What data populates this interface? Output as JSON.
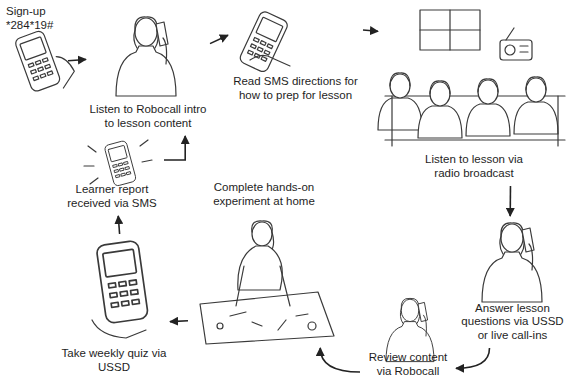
{
  "diagram": {
    "nodes": [
      {
        "text": [
          "Sign-up *284*19#"
        ]
      },
      {
        "text": [
          "Listen to Robocall intro to lesson content"
        ]
      },
      {
        "text": [
          "Read SMS directions for how to prep for lesson"
        ]
      },
      {
        "text": [
          "Listen to lesson via radio broadcast"
        ]
      },
      {
        "text": [
          "Answer lesson questions via USSD or live call-ins"
        ]
      },
      {
        "text": [
          "Review content via Robocall"
        ]
      },
      {
        "text": [
          "Complete hands-on experiment at home"
        ]
      },
      {
        "text": [
          "Take weekly quiz via USSD"
        ]
      },
      {
        "text": [
          "Learner report received via SMS"
        ]
      }
    ],
    "edges": [
      {
        "from": 0,
        "to": 1,
        "arrow": "to"
      },
      {
        "from": 1,
        "to": 2,
        "arrow": "to"
      },
      {
        "from": 2,
        "to": 3,
        "arrow": "to"
      },
      {
        "from": 3,
        "to": 4,
        "arrow": "to"
      },
      {
        "from": 4,
        "to": 5,
        "arrow": "to"
      },
      {
        "from": 5,
        "to": 6,
        "arrow": "to"
      },
      {
        "from": 6,
        "to": 7,
        "arrow": "to"
      },
      {
        "from": 7,
        "to": 8,
        "arrow": "to"
      },
      {
        "from": 8,
        "to": 1,
        "arrow": "to"
      }
    ]
  }
}
